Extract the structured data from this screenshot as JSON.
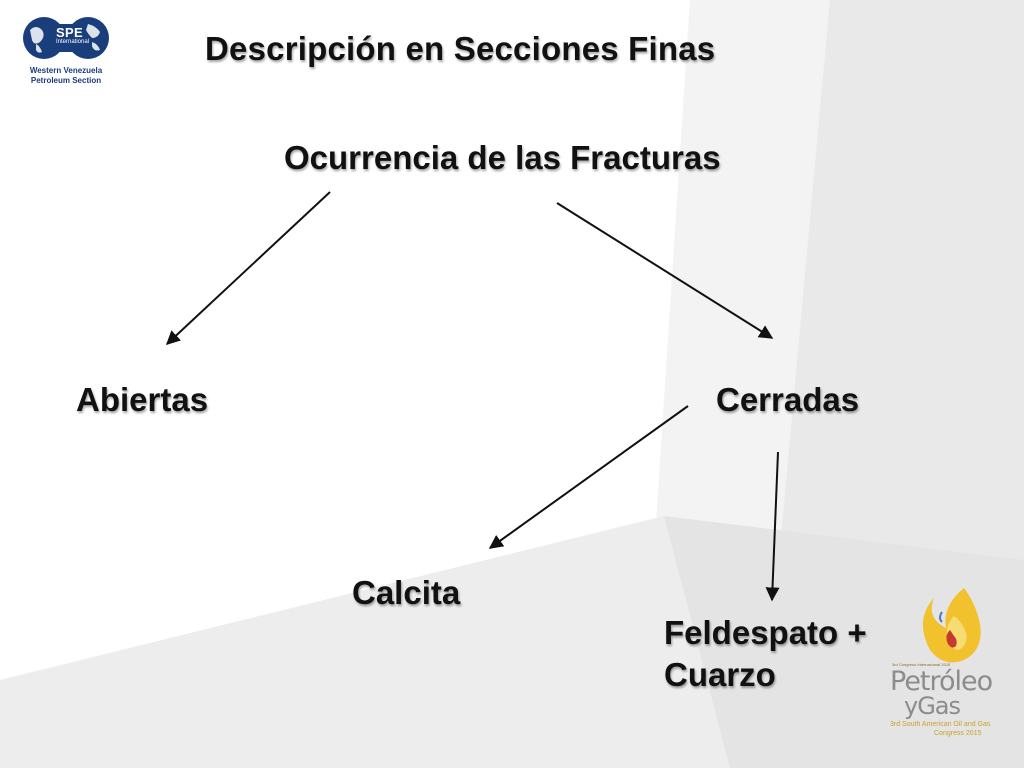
{
  "slide": {
    "title": "Descripción en Secciones Finas"
  },
  "diagram": {
    "root": "Ocurrencia de las Fracturas",
    "level1": {
      "left": "Abiertas",
      "right": "Cerradas"
    },
    "level2": {
      "left": "Calcita",
      "right_line1": "Feldespato +",
      "right_line2": "Cuarzo"
    }
  },
  "logos": {
    "spe": {
      "word": "SPE",
      "sub": "International",
      "line1": "Western Venezuela",
      "line2": "Petroleum Section",
      "color": "#1a3d7c"
    },
    "event": {
      "small_top": "3rd Congreso Internacional 2015",
      "word1": "Petróleo",
      "word2": "yGas",
      "sub1": "3rd South American Oil and Gas",
      "sub2": "Congress 2015",
      "flame_color": "#f2c12e"
    }
  },
  "colors": {
    "text": "#111111",
    "arrow": "#111111",
    "bg_panel": "#ececec"
  }
}
